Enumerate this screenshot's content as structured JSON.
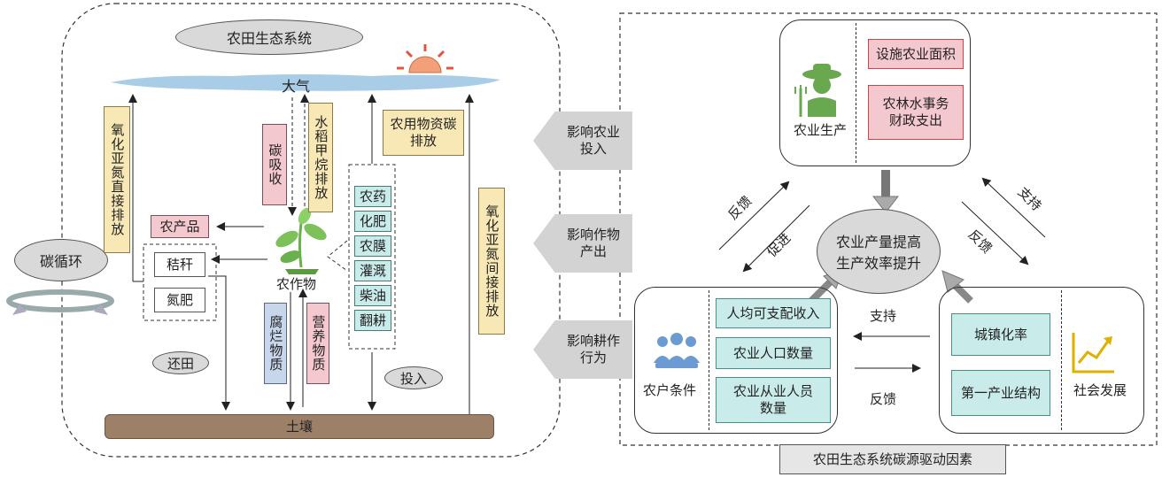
{
  "left": {
    "title": "农田生态系统",
    "atmosphere": "大气",
    "carbon_cycle": "碳循环",
    "n2o_direct": "氧化亚氮直接排放",
    "carbon_absorb": "碳吸收",
    "rice_methane": "水稻甲烷排放",
    "agri_material_emission": "农用物资碳排放",
    "n2o_indirect": "氧化亚氮间接排放",
    "products": "农产品",
    "straw": "秸秆",
    "nitrogen_fertilizer": "氮肥",
    "crop": "农作物",
    "inputs": [
      "农药",
      "化肥",
      "农膜",
      "灌溉",
      "柴油",
      "翻耕"
    ],
    "return_field": "还田",
    "rotten_matter": "腐烂物质",
    "nutrients": "营养物质",
    "input": "投入",
    "soil": "土壤"
  },
  "middle": {
    "arrows": [
      "影响农业投入",
      "影响作物产出",
      "影响耕作行为"
    ]
  },
  "right": {
    "title": "农田生态系统碳源驱动因素",
    "agri_production": "农业生产",
    "facility_area": "设施农业面积",
    "fiscal_expenditure": "农林水事务财政支出",
    "center": "农业产量提高生产效率提升",
    "feedback": "反馈",
    "promote": "促进",
    "support": "支持",
    "household": "农户条件",
    "income": "人均可支配收入",
    "population": "农业人口数量",
    "employed": "农业从业人员数量",
    "social": "社会发展",
    "urbanization": "城镇化率",
    "primary_industry": "第一产业结构"
  }
}
